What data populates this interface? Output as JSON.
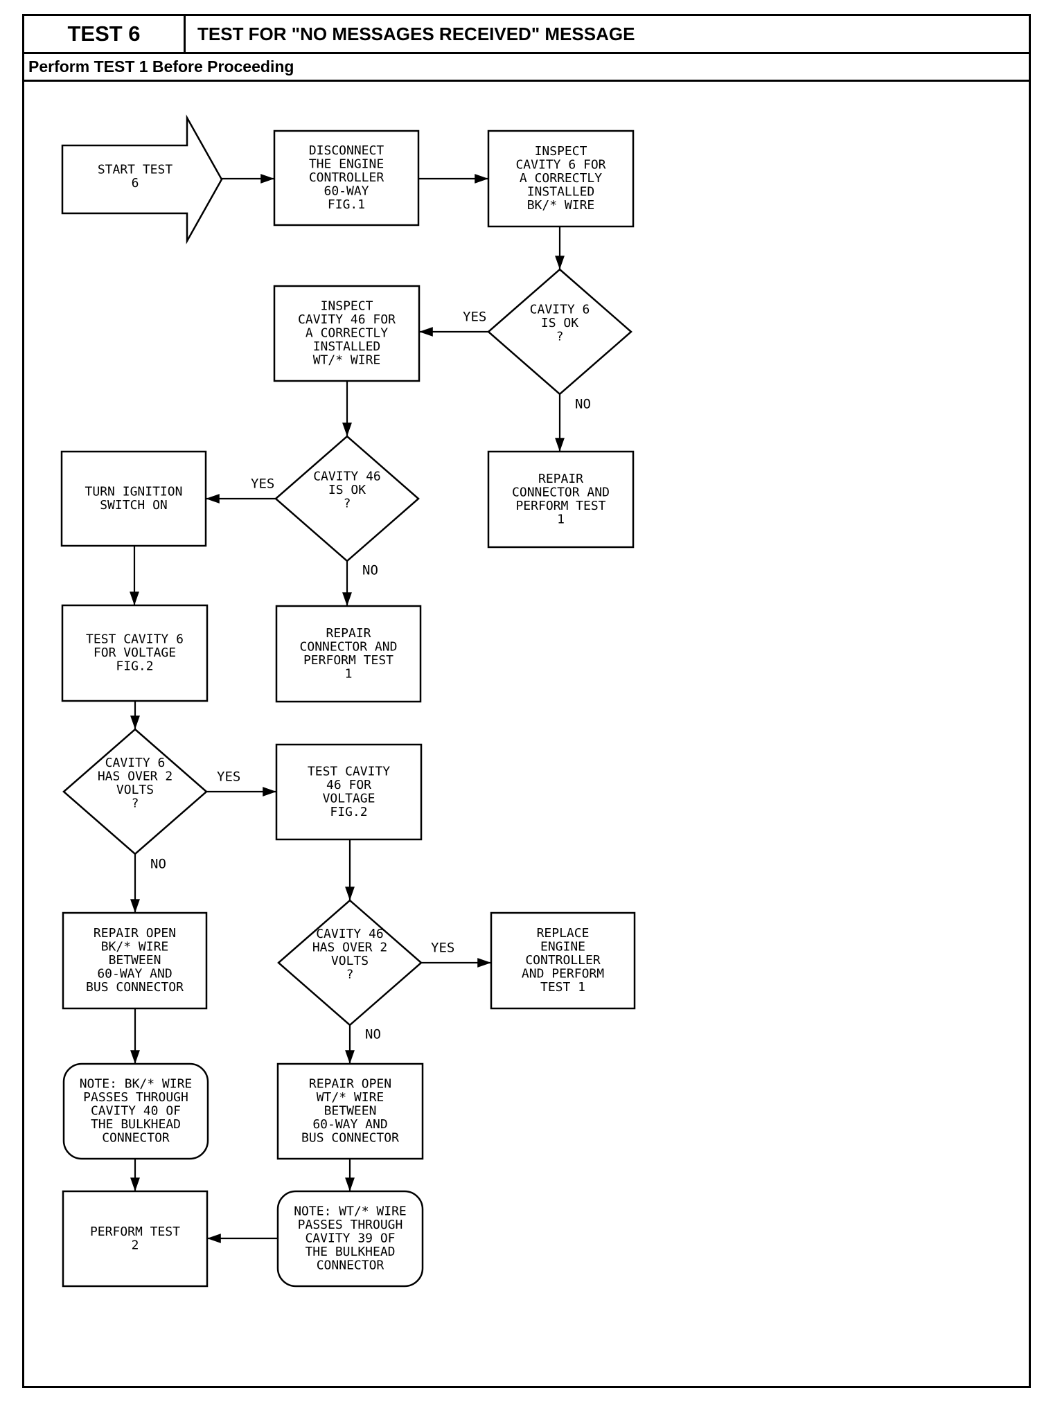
{
  "header": {
    "test_id": "TEST 6",
    "title": "TEST FOR \"NO MESSAGES RECEIVED\" MESSAGE",
    "prerequisite": "Perform TEST 1 Before Proceeding"
  },
  "nodes": [
    {
      "id": "start",
      "lines": [
        "START TEST",
        "6"
      ]
    },
    {
      "id": "disconnect",
      "lines": [
        "DISCONNECT",
        "THE ENGINE",
        "CONTROLLER",
        "60-WAY",
        "FIG.1"
      ]
    },
    {
      "id": "inspect6",
      "lines": [
        "INSPECT",
        "CAVITY 6 FOR",
        "A CORRECTLY",
        "INSTALLED",
        "BK/* WIRE"
      ]
    },
    {
      "id": "cav6ok",
      "lines": [
        "CAVITY 6",
        "IS OK",
        "?"
      ]
    },
    {
      "id": "inspect46",
      "lines": [
        "INSPECT",
        "CAVITY 46 FOR",
        "A CORRECTLY",
        "INSTALLED",
        "WT/* WIRE"
      ]
    },
    {
      "id": "repair6",
      "lines": [
        "REPAIR",
        "CONNECTOR AND",
        "PERFORM TEST",
        "1"
      ]
    },
    {
      "id": "cav46ok",
      "lines": [
        "CAVITY 46",
        "IS OK",
        "?"
      ]
    },
    {
      "id": "ignition",
      "lines": [
        "TURN IGNITION",
        "SWITCH ON"
      ]
    },
    {
      "id": "repair46",
      "lines": [
        "REPAIR",
        "CONNECTOR AND",
        "PERFORM TEST",
        "1"
      ]
    },
    {
      "id": "test6v",
      "lines": [
        "TEST CAVITY 6",
        "FOR VOLTAGE",
        "FIG.2"
      ]
    },
    {
      "id": "cav6volts",
      "lines": [
        "CAVITY 6",
        "HAS OVER 2",
        "VOLTS",
        "?"
      ]
    },
    {
      "id": "test46v",
      "lines": [
        "TEST CAVITY",
        "46 FOR",
        "VOLTAGE",
        "FIG.2"
      ]
    },
    {
      "id": "repairbk",
      "lines": [
        "REPAIR OPEN",
        "BK/* WIRE",
        "BETWEEN",
        "60-WAY AND",
        "BUS CONNECTOR"
      ]
    },
    {
      "id": "cav46volts",
      "lines": [
        "CAVITY 46",
        "HAS OVER 2",
        "VOLTS",
        "?"
      ]
    },
    {
      "id": "replace",
      "lines": [
        "REPLACE",
        "ENGINE",
        "CONTROLLER",
        "AND PERFORM",
        "TEST 1"
      ]
    },
    {
      "id": "notebk",
      "lines": [
        "NOTE: BK/* WIRE",
        "PASSES THROUGH",
        "CAVITY 40 OF",
        "THE BULKHEAD",
        "CONNECTOR"
      ]
    },
    {
      "id": "repairwt",
      "lines": [
        "REPAIR OPEN",
        "WT/* WIRE",
        "BETWEEN",
        "60-WAY AND",
        "BUS CONNECTOR"
      ]
    },
    {
      "id": "perform2",
      "lines": [
        "PERFORM TEST",
        "2"
      ]
    },
    {
      "id": "notewt",
      "lines": [
        "NOTE: WT/* WIRE",
        "PASSES THROUGH",
        "CAVITY 39 OF",
        "THE BULKHEAD",
        "CONNECTOR"
      ]
    }
  ],
  "edge_labels": {
    "cav6_yes": "YES",
    "cav6_no": "NO",
    "cav46_yes": "YES",
    "cav46_no": "NO",
    "cav6v_yes": "YES",
    "cav6v_no": "NO",
    "cav46v_yes": "YES",
    "cav46v_no": "NO"
  }
}
